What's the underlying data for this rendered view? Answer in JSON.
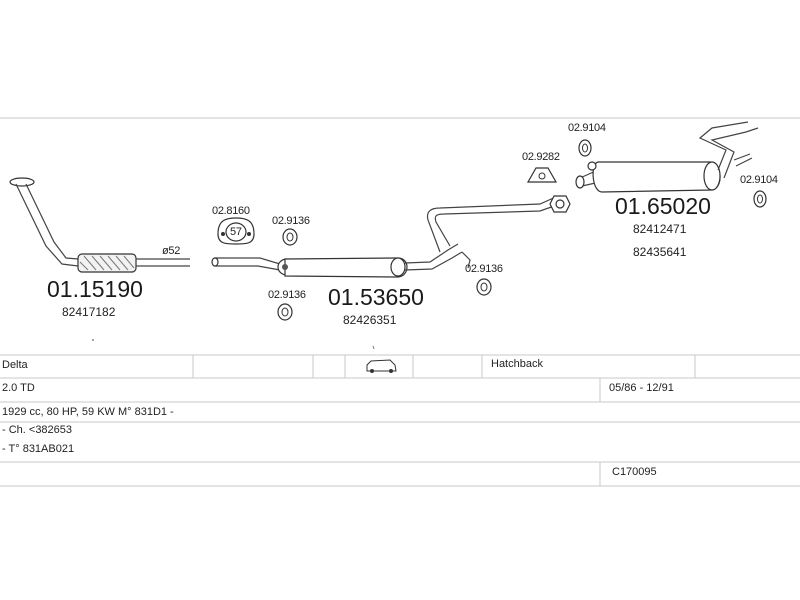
{
  "parts": {
    "front_pipe": {
      "number": "01.15190",
      "ref": "82417182",
      "diameter_label": "ø52"
    },
    "middle_silencer": {
      "number": "01.53650",
      "ref": "82426351"
    },
    "rear_silencer": {
      "number": "01.65020",
      "refs": [
        "82412471",
        "82435641"
      ]
    },
    "gasket_57": {
      "number": "02.8160",
      "size": "57"
    },
    "rubber_ring_a": {
      "number": "02.9136"
    },
    "rubber_ring_b": {
      "number": "02.9136"
    },
    "rubber_ring_c": {
      "number": "02.9136"
    },
    "mount_a": {
      "number": "02.9282"
    },
    "ring_d": {
      "number": "02.9104"
    },
    "ring_e": {
      "number": "02.9104"
    }
  },
  "vehicle": {
    "model": "Delta",
    "body": "Hatchback",
    "engine": "2.0 TD",
    "years": "05/86 - 12/91",
    "spec": "1929 cc, 80 HP, 59 KW M° 831D1 -",
    "chassis": "- Ch. <382653",
    "type": "- T° 831AB021",
    "catalog_code": "C170095",
    "icon": "car-icon"
  }
}
